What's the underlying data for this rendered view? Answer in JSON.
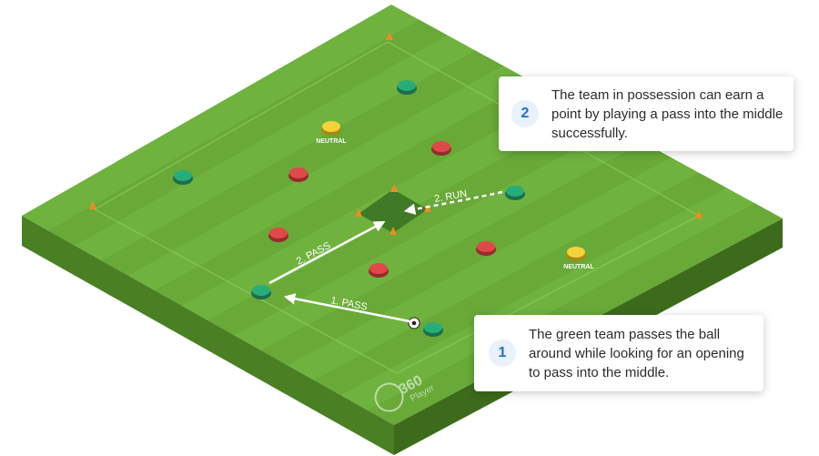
{
  "pitch": {
    "logo_number": "360",
    "logo_word": "Player",
    "colors": {
      "grass_light": "#70b23e",
      "grass_stripe": "#62a233",
      "grass_top_border": "#5a9a2c",
      "side_left": "#4a7f23",
      "side_right": "#3d6b1c",
      "center_square": "#3f7a26",
      "team_green": "#27ad7a",
      "team_red": "#e0494a",
      "neutral_yellow": "#f2d43a",
      "cone_orange": "#f08a24"
    }
  },
  "players": {
    "neutral_label": "NEUTRAL"
  },
  "arrows": {
    "pass_1": "1. PASS",
    "pass_2": "2. PASS",
    "run_2": "2. RUN"
  },
  "callouts": [
    {
      "number": "1",
      "text": "The green team passes the ball around while looking for an opening to pass into the middle."
    },
    {
      "number": "2",
      "text": "The team in possession can earn a point by playing a pass into the middle successfully."
    }
  ]
}
